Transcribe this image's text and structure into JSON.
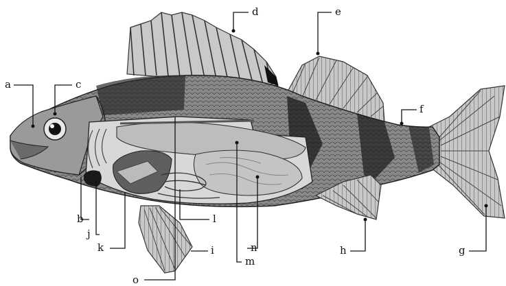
{
  "diagram": {
    "labels": {
      "a": "a",
      "b": "b",
      "c": "c",
      "d": "d",
      "e": "e",
      "f": "f",
      "g": "g",
      "h": "h",
      "i": "i",
      "j": "j",
      "k": "k",
      "l": "l",
      "m": "m",
      "n": "n",
      "o": "o"
    }
  }
}
